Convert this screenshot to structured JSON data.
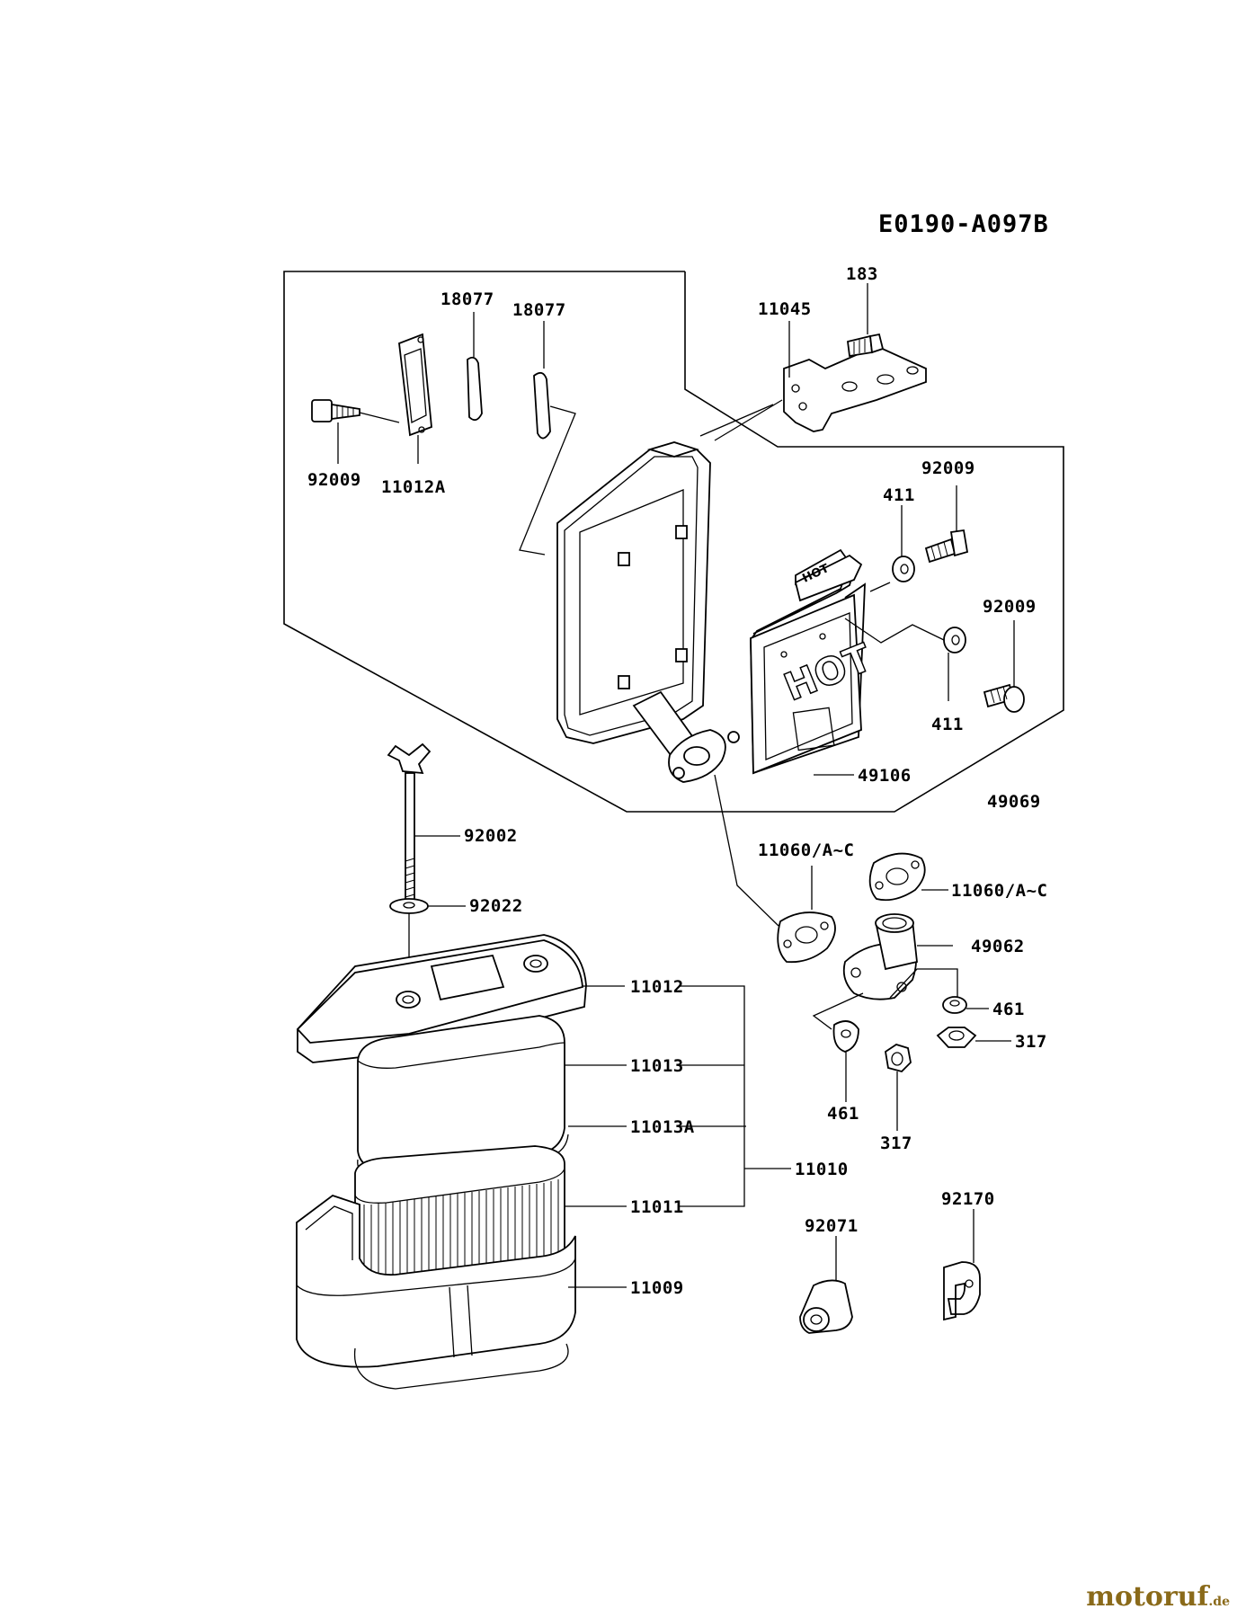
{
  "diagram": {
    "code": "E0190-A097B",
    "labels": {
      "p183": "183",
      "p11045": "11045",
      "p18077a": "18077",
      "p18077b": "18077",
      "p92009a": "92009",
      "p11012A": "11012A",
      "p92009b": "92009",
      "p411a": "411",
      "p92009c": "92009",
      "p411b": "411",
      "p49106": "49106",
      "p49069": "49069",
      "p92002": "92002",
      "p11060a": "11060/A~C",
      "p11060b": "11060/A~C",
      "p92022": "92022",
      "p49062": "49062",
      "p11012": "11012",
      "p461a": "461",
      "p317a": "317",
      "p11013": "11013",
      "p461b": "461",
      "p317b": "317",
      "p11013A": "11013A",
      "p11010": "11010",
      "p11011": "11011",
      "p92170": "92170",
      "p92071": "92071",
      "p11009": "11009"
    },
    "hot_text": "HOT"
  },
  "watermark": {
    "main": "motoruf",
    "tld": ".de"
  }
}
